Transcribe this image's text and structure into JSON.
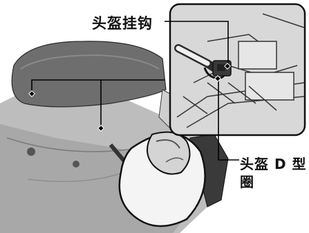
{
  "labels": {
    "helmet_hook": "头盔挂钩",
    "helmet_d_ring_line1": "头盔 D 型",
    "helmet_d_ring_line2": "圈"
  },
  "colors": {
    "background": "#ffffff",
    "line_art": "#1a1a1a",
    "seat": "#6e6e6e",
    "body_gray": "#9a9a9a",
    "inset_bg": "#d8d8d8",
    "leader": "#000000"
  }
}
